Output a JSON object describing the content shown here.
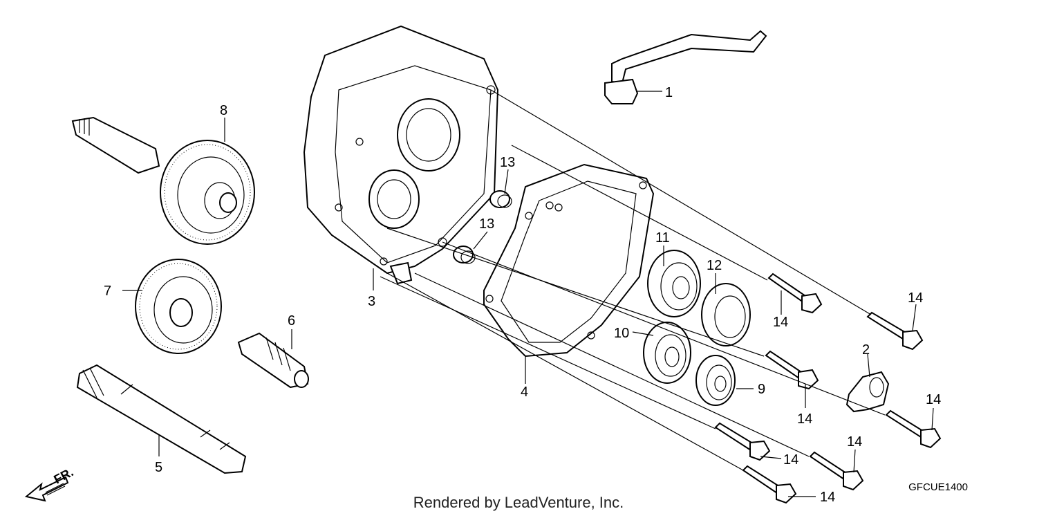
{
  "diagram": {
    "callouts": [
      {
        "id": "c1",
        "label": "1"
      },
      {
        "id": "c2",
        "label": "2"
      },
      {
        "id": "c3",
        "label": "3"
      },
      {
        "id": "c4",
        "label": "4"
      },
      {
        "id": "c5",
        "label": "5"
      },
      {
        "id": "c6",
        "label": "6"
      },
      {
        "id": "c7",
        "label": "7"
      },
      {
        "id": "c8",
        "label": "8"
      },
      {
        "id": "c9",
        "label": "9"
      },
      {
        "id": "c10",
        "label": "10"
      },
      {
        "id": "c11",
        "label": "11"
      },
      {
        "id": "c12",
        "label": "12"
      },
      {
        "id": "c13a",
        "label": "13"
      },
      {
        "id": "c13b",
        "label": "13"
      },
      {
        "id": "c14a",
        "label": "14"
      },
      {
        "id": "c14b",
        "label": "14"
      },
      {
        "id": "c14c",
        "label": "14"
      },
      {
        "id": "c14d",
        "label": "14"
      },
      {
        "id": "c14e",
        "label": "14"
      },
      {
        "id": "c14f",
        "label": "14"
      },
      {
        "id": "c14g",
        "label": "14"
      }
    ],
    "direction_label": "FR.",
    "diagram_code": "GFCUE1400",
    "caption": "Rendered by LeadVenture, Inc."
  }
}
